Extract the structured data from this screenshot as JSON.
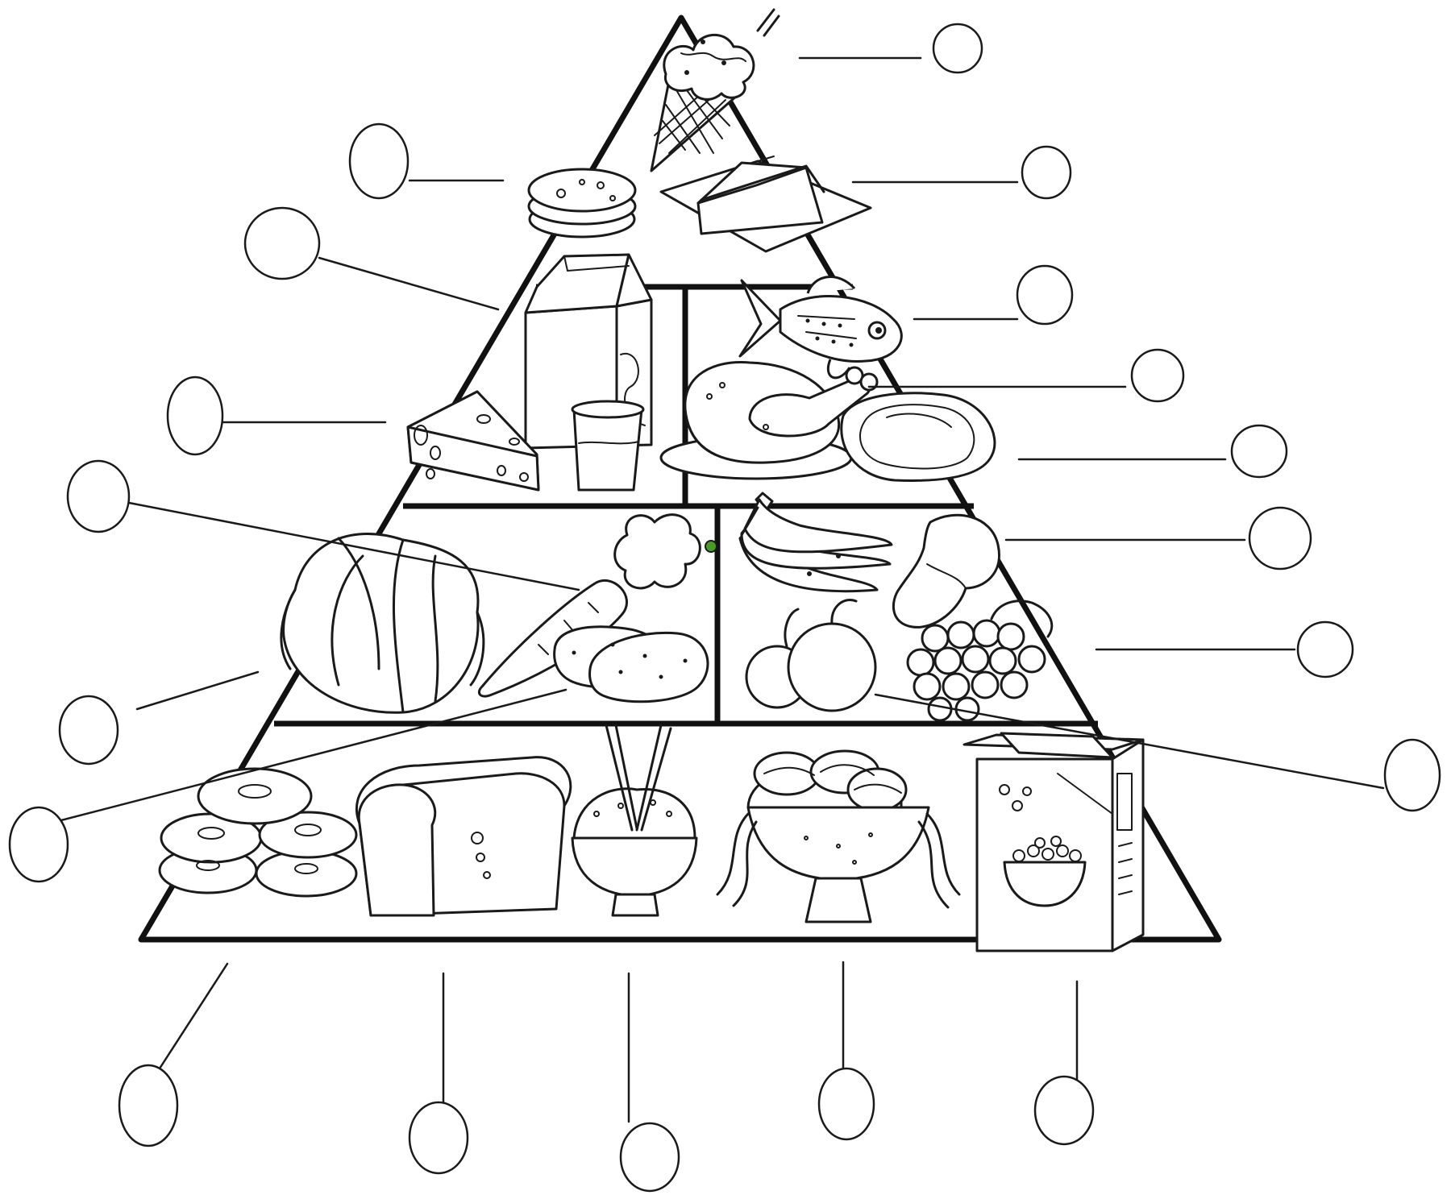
{
  "diagram": {
    "type": "food-pyramid-worksheet",
    "tiers": [
      {
        "id": "tier-sweets-fats",
        "foods": [
          "ice-cream-cone",
          "cookies",
          "butter"
        ]
      },
      {
        "id": "tier-dairy",
        "foods": [
          "milk-carton",
          "glass-of-milk",
          "cheese-wedge"
        ]
      },
      {
        "id": "tier-protein",
        "foods": [
          "fish",
          "roast-chicken",
          "steak"
        ]
      },
      {
        "id": "tier-vegetables",
        "foods": [
          "lettuce",
          "carrot",
          "potatoes"
        ]
      },
      {
        "id": "tier-fruits",
        "foods": [
          "bananas",
          "oranges",
          "pear",
          "grapes"
        ]
      },
      {
        "id": "tier-grains",
        "foods": [
          "bagels",
          "bread-loaf",
          "rice-bowl",
          "spaghetti",
          "cereal-box"
        ]
      }
    ],
    "answer_blanks": [
      {
        "id": "blank-ice-cream",
        "target": "ice-cream-cone"
      },
      {
        "id": "blank-cookies",
        "target": "cookies"
      },
      {
        "id": "blank-butter",
        "target": "butter"
      },
      {
        "id": "blank-milk",
        "target": "milk-carton"
      },
      {
        "id": "blank-fish",
        "target": "fish"
      },
      {
        "id": "blank-cheese",
        "target": "cheese-wedge"
      },
      {
        "id": "blank-chicken",
        "target": "roast-chicken"
      },
      {
        "id": "blank-steak",
        "target": "steak"
      },
      {
        "id": "blank-carrot",
        "target": "carrot"
      },
      {
        "id": "blank-pear",
        "target": "pear"
      },
      {
        "id": "blank-grapes",
        "target": "grapes"
      },
      {
        "id": "blank-lettuce",
        "target": "lettuce"
      },
      {
        "id": "blank-potatoes",
        "target": "potatoes"
      },
      {
        "id": "blank-oranges",
        "target": "oranges"
      },
      {
        "id": "blank-bagels",
        "target": "bagels"
      },
      {
        "id": "blank-bread",
        "target": "bread-loaf"
      },
      {
        "id": "blank-rice",
        "target": "rice-bowl"
      },
      {
        "id": "blank-spaghetti",
        "target": "spaghetti"
      },
      {
        "id": "blank-cereal",
        "target": "cereal-box"
      }
    ],
    "colors": {
      "line": "#1a1a1a",
      "background": "#ffffff",
      "carrot_top_accent": "#4a9a2a"
    }
  }
}
